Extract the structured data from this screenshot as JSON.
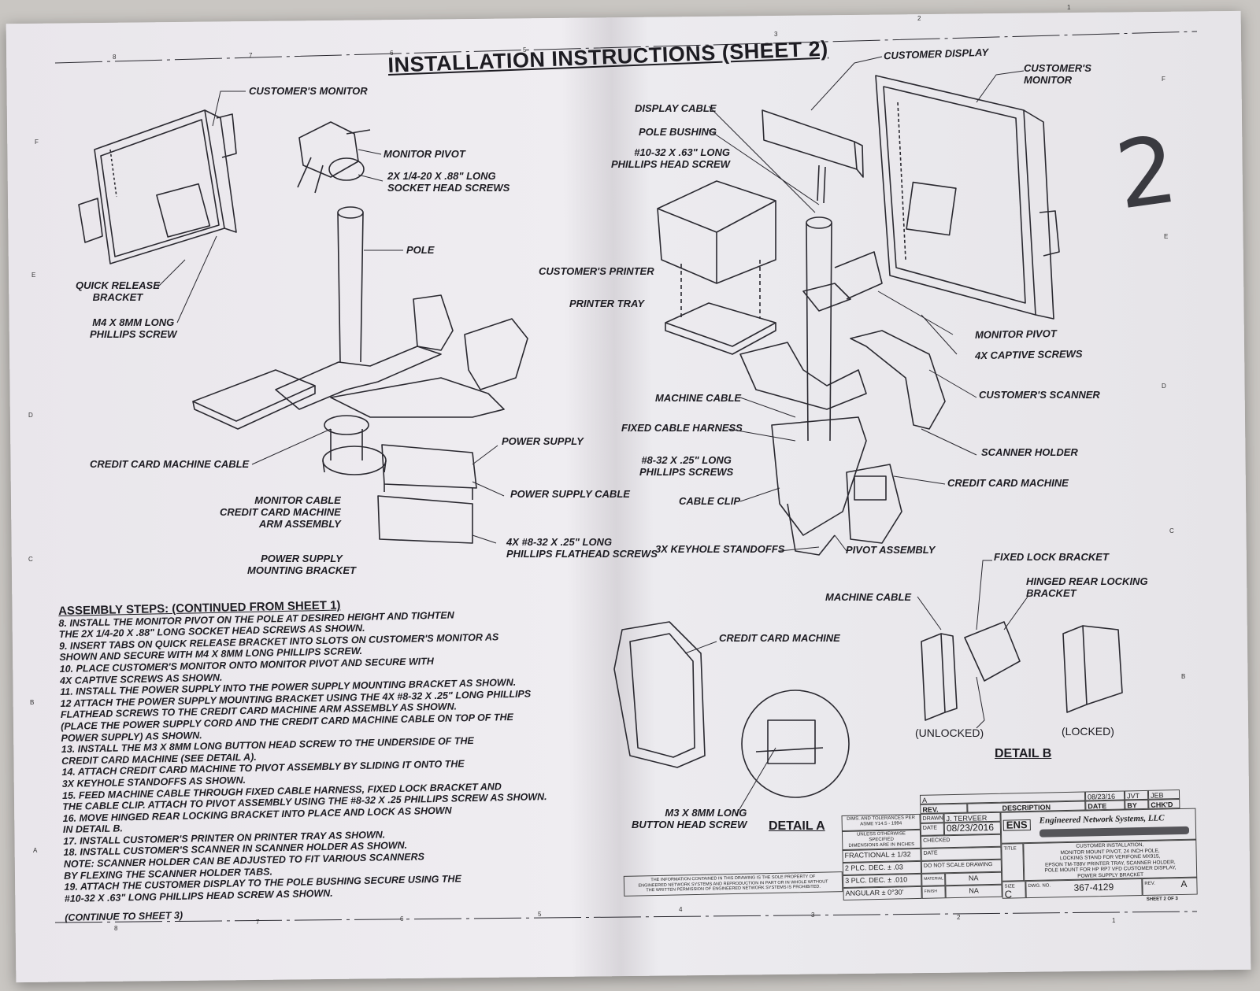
{
  "title": "INSTALLATION INSTRUCTIONS (SHEET 2)",
  "sheet_number_handwritten": "2",
  "callouts_left": [
    "CUSTOMER'S MONITOR",
    "MONITOR PIVOT",
    "2X 1/4-20 X .88\" LONG\nSOCKET HEAD SCREWS",
    "POLE",
    "QUICK RELEASE\nBRACKET",
    "M4 X 8MM LONG\nPHILLIPS SCREW",
    "CREDIT CARD MACHINE CABLE",
    "POWER SUPPLY",
    "POWER SUPPLY CABLE",
    "MONITOR CABLE\nCREDIT CARD MACHINE\nARM ASSEMBLY",
    "POWER SUPPLY\nMOUNTING BRACKET",
    "4X #8-32 X .25\" LONG\nPHILLIPS FLATHEAD SCREWS"
  ],
  "callouts_right": [
    "CUSTOMER DISPLAY",
    "CUSTOMER'S\nMONITOR",
    "DISPLAY CABLE",
    "POLE BUSHING",
    "#10-32 X .63\" LONG\nPHILLIPS HEAD SCREW",
    "CUSTOMER'S PRINTER",
    "PRINTER TRAY",
    "MONITOR PIVOT",
    "4X CAPTIVE SCREWS",
    "MACHINE CABLE",
    "CUSTOMER'S SCANNER",
    "FIXED CABLE HARNESS",
    "SCANNER HOLDER",
    "#8-32 X .25\" LONG\nPHILLIPS SCREWS",
    "CREDIT CARD MACHINE",
    "CABLE CLIP",
    "3X KEYHOLE STANDOFFS",
    "PIVOT ASSEMBLY"
  ],
  "detail_b": {
    "callouts": [
      "FIXED LOCK BRACKET",
      "HINGED REAR LOCKING\nBRACKET",
      "MACHINE CABLE"
    ],
    "unlocked": "(UNLOCKED)",
    "locked": "(LOCKED)",
    "label": "DETAIL B"
  },
  "detail_a": {
    "callouts": [
      "CREDIT CARD MACHINE",
      "M3 X 8MM LONG\nBUTTON HEAD SCREW"
    ],
    "label": "DETAIL A"
  },
  "steps": {
    "heading": "ASSEMBLY STEPS: (CONTINUED FROM SHEET 1)",
    "items": [
      "8. INSTALL THE MONITOR PIVOT ON THE POLE AT DESIRED HEIGHT AND TIGHTEN\n     THE 2X 1/4-20 X .88\" LONG SOCKET HEAD SCREWS AS SHOWN.",
      "9. INSERT TABS ON QUICK RELEASE BRACKET INTO SLOTS ON CUSTOMER'S MONITOR AS\n     SHOWN AND SECURE WITH M4 X 8MM LONG PHILLIPS SCREW.",
      "10. PLACE CUSTOMER'S MONITOR ONTO MONITOR PIVOT AND SECURE WITH\n     4X CAPTIVE SCREWS AS SHOWN.",
      "11. INSTALL THE POWER SUPPLY INTO THE POWER SUPPLY MOUNTING BRACKET AS SHOWN.",
      "12 ATTACH THE POWER SUPPLY MOUNTING BRACKET USING THE 4X #8-32 X .25\" LONG PHILLIPS\n     FLATHEAD SCREWS TO THE CREDIT CARD MACHINE ARM ASSEMBLY AS SHOWN.\n     (PLACE THE POWER SUPPLY CORD AND THE CREDIT CARD MACHINE CABLE ON TOP OF THE\n     POWER SUPPLY) AS SHOWN.",
      "13. INSTALL THE M3 X 8MM LONG BUTTON HEAD SCREW TO THE UNDERSIDE OF THE\n     CREDIT CARD MACHINE (SEE DETAIL A).",
      "14. ATTACH CREDIT CARD MACHINE TO PIVOT ASSEMBLY BY SLIDING IT ONTO THE\n     3X KEYHOLE STANDOFFS AS SHOWN.",
      "15. FEED MACHINE CABLE THROUGH FIXED CABLE HARNESS, FIXED LOCK BRACKET AND\n     THE CABLE CLIP. ATTACH TO PIVOT ASSEMBLY USING THE #8-32 X .25 PHILLIPS SCREW AS SHOWN.",
      "16. MOVE HINGED REAR LOCKING BRACKET INTO PLACE AND LOCK AS SHOWN\n     IN DETAIL B.",
      "17. INSTALL CUSTOMER'S PRINTER ON PRINTER TRAY AS SHOWN.",
      "18. INSTALL CUSTOMER'S SCANNER IN SCANNER HOLDER AS SHOWN.\n     NOTE: SCANNER HOLDER CAN BE ADJUSTED TO FIT VARIOUS SCANNERS\n     BY FLEXING THE SCANNER HOLDER TABS.",
      "19. ATTACH THE CUSTOMER DISPLAY TO THE POLE BUSHING SECURE USING THE\n     #10-32 X .63\" LONG PHILLIPS HEAD SCREW AS SHOWN."
    ],
    "continue": "(CONTINUE TO SHEET 3)"
  },
  "title_block": {
    "rev_letter": "A",
    "rev_date": "08/23/16",
    "rev_by": "JVT",
    "rev_chkd": "JEB",
    "rev_hdr": "REV.",
    "desc_hdr": "DESCRIPTION",
    "date_hdr": "DATE",
    "by_hdr": "BY",
    "chkd_hdr": "CHK'D",
    "drawn_lbl": "DRAWN",
    "drawn": "J. TERVEER",
    "date_lbl": "DATE",
    "date": "08/23/2016",
    "checked_lbl": "CHECKED",
    "date2_lbl": "DATE",
    "tol_hdr": "DIMS. AND TOLERANCES PER\nASME Y14.5 - 1994",
    "tol_note": "UNLESS OTHERWISE SPECIFIED\nDIMENSIONS ARE IN INCHES\nTOLERANCES ARE:",
    "fractional": "FRACTIONAL ± 1/32",
    "two_plc": "2 PLC. DEC.   ± .03",
    "three_plc": "3 PLC. DEC.   ± .010",
    "angular": "ANGULAR   ± 0°30'",
    "do_not_scale": "DO NOT SCALE DRAWING",
    "material_lbl": "MATERIAL",
    "material": "NA",
    "finish_lbl": "FINISH",
    "finish": "NA",
    "company": "Engineered Network Systems, LLC",
    "logo": "ENS",
    "title_lbl": "TITLE",
    "title": "CUSTOMER INSTALLATION,\nMONITOR MOUNT PIVOT, 24 INCH POLE,\nLOCKING STAND FOR VERIFONE MX915,\nEPSON TM-T88V PRINTER TRAY, SCANNER HOLDER,\nPOLE MOUNT FOR HP RP7 VFD CUSTOMER DISPLAY,\nPOWER SUPPLY BRACKET",
    "size_lbl": "SIZE",
    "size": "C",
    "dwg_lbl": "DWG. NO.",
    "dwg_no": "367-4129",
    "rev_lbl": "REV.",
    "rev": "A",
    "sheet": "SHEET 2 OF 3",
    "notice": "THE INFORMATION CONTAINED IN THIS DRAWING IS THE SOLE PROPERTY OF\nENGINEERED NETWORK SYSTEMS AND REPRODUCTION IN PART OR IN WHOLE WITHOUT\nTHE WRITTEN PERMISSION OF ENGINEERED NETWORK SYSTEMS IS PROHIBITED."
  },
  "border_zones_top": [
    "8",
    "7",
    "6",
    "5",
    "4",
    "3",
    "2",
    "1"
  ],
  "border_zones_side": [
    "F",
    "E",
    "D",
    "C",
    "B",
    "A"
  ]
}
